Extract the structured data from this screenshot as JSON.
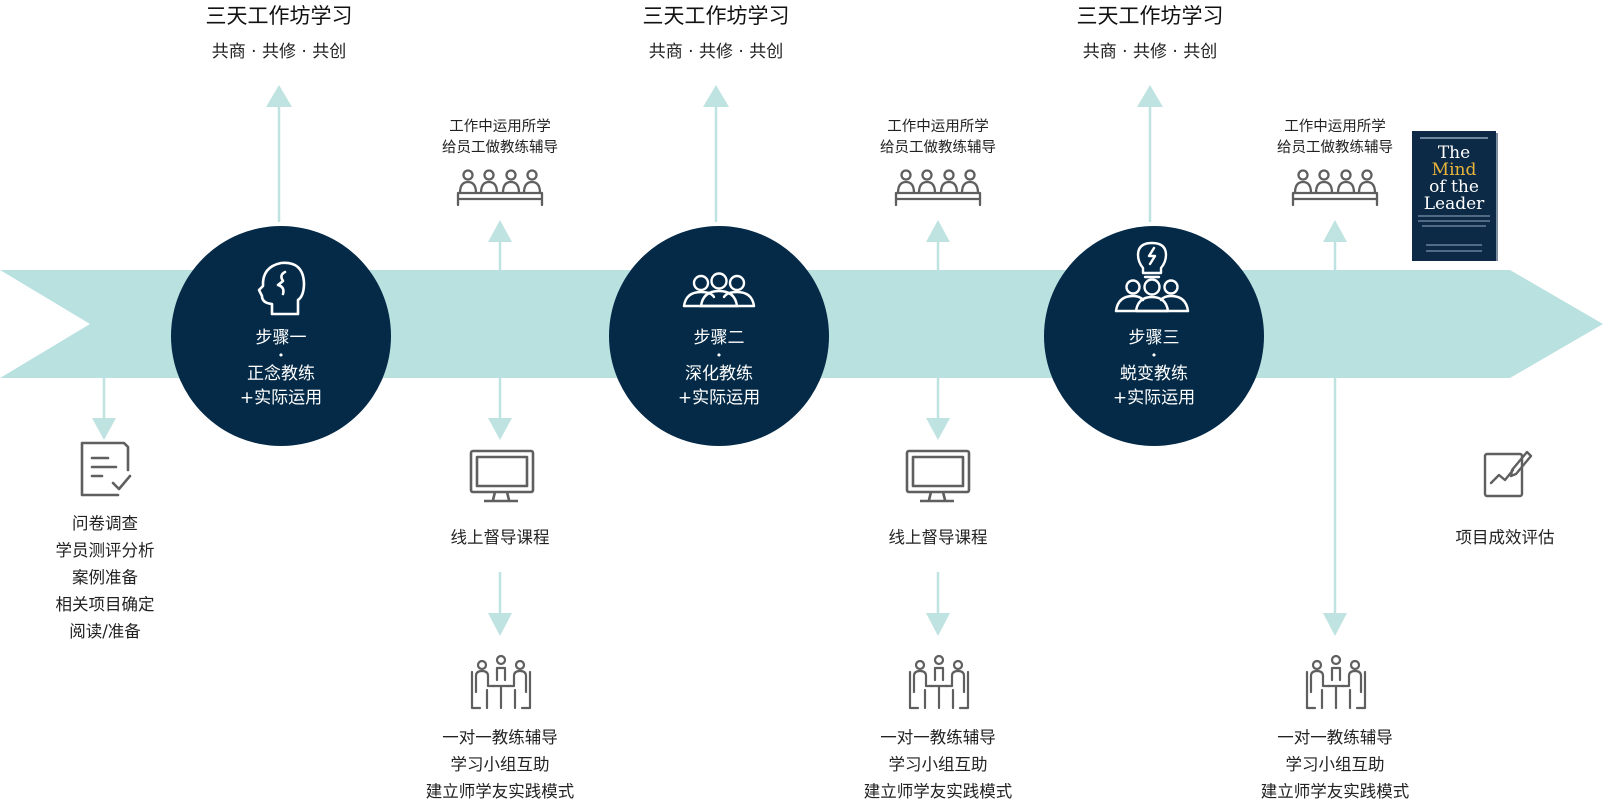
{
  "colors": {
    "arrow_band": "#b9e1df",
    "connector": "#bfe3e0",
    "circle": "#042a47",
    "icon_gray": "#5f5f5f",
    "book_cover": "#0c2a45",
    "book_accent": "#e9b43a"
  },
  "workshops": [
    {
      "title": "三天工作坊学习",
      "subtitle": "共商 · 共修 · 共创"
    },
    {
      "title": "三天工作坊学习",
      "subtitle": "共商 · 共修 · 共创"
    },
    {
      "title": "三天工作坊学习",
      "subtitle": "共商 · 共修 · 共创"
    }
  ],
  "steps": [
    {
      "icon": "head-brain-icon",
      "name": "步骤一",
      "dot": "•",
      "line1": "正念教练",
      "line2": "+实际运用"
    },
    {
      "icon": "team-group-icon",
      "name": "步骤二",
      "dot": "•",
      "line1": "深化教练",
      "line2": "+实际运用"
    },
    {
      "icon": "lightbulb-team-icon",
      "name": "步骤三",
      "dot": "•",
      "line1": "蜕变教练",
      "line2": "+实际运用"
    }
  ],
  "apply_blocks": [
    {
      "icon": "team-meeting-icon",
      "line1": "工作中运用所学",
      "line2": "给员工做教练辅导"
    },
    {
      "icon": "team-meeting-icon",
      "line1": "工作中运用所学",
      "line2": "给员工做教练辅导"
    },
    {
      "icon": "team-meeting-icon",
      "line1": "工作中运用所学",
      "line2": "给员工做教练辅导"
    }
  ],
  "online_courses": [
    {
      "icon": "monitor-icon",
      "label": "线上督导课程"
    },
    {
      "icon": "monitor-icon",
      "label": "线上督导课程"
    }
  ],
  "coaching_blocks": [
    {
      "icon": "one-on-one-icon",
      "line1": "一对一教练辅导",
      "line2": "学习小组互助",
      "line3": "建立师学友实践模式"
    },
    {
      "icon": "one-on-one-icon",
      "line1": "一对一教练辅导",
      "line2": "学习小组互助",
      "line3": "建立师学友实践模式"
    },
    {
      "icon": "one-on-one-icon",
      "line1": "一对一教练辅导",
      "line2": "学习小组互助",
      "line3": "建立师学友实践模式"
    }
  ],
  "preparation": {
    "icon": "checklist-document-icon",
    "lines": [
      "问卷调查",
      "学员测评分析",
      "案例准备",
      "相关项目确定",
      "阅读/准备"
    ]
  },
  "evaluation": {
    "icon": "evaluation-report-icon",
    "label": "项目成效评估"
  },
  "book": {
    "line1": "The",
    "line2": "Mind",
    "line3": "of the",
    "line4": "Leader"
  }
}
